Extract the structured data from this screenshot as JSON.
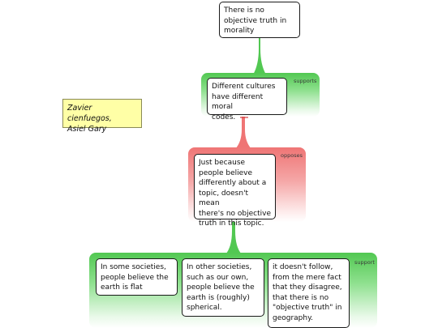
{
  "note": {
    "text": "Zavier cienfuegos,\nAsiel Gary"
  },
  "nodes": {
    "claim": {
      "text": "There is no\nobjective truth in\nmorality"
    },
    "reason": {
      "text": "Different cultures\nhave different moral\ncodes.",
      "relation": "supports"
    },
    "objection": {
      "text": "Just because\npeople believe\ndifferently about a\ntopic, doesn't mean\nthere's no objective\ntruth in this topic.",
      "relation": "opposes"
    },
    "support_group": {
      "relation": "support",
      "items": [
        {
          "text": "In some societies,\npeople believe the\nearth is flat"
        },
        {
          "text": "In other societies,\nsuch as our own,\npeople believe the\nearth is (roughly)\nspherical."
        },
        {
          "text": "it doesn't follow,\nfrom the mere fact\nthat they disagree,\nthat there is no\n\"objective truth\" in\ngeography."
        }
      ]
    }
  },
  "colors": {
    "support": "#52c852",
    "oppose": "#ef7575",
    "note": "#ffffa6"
  }
}
